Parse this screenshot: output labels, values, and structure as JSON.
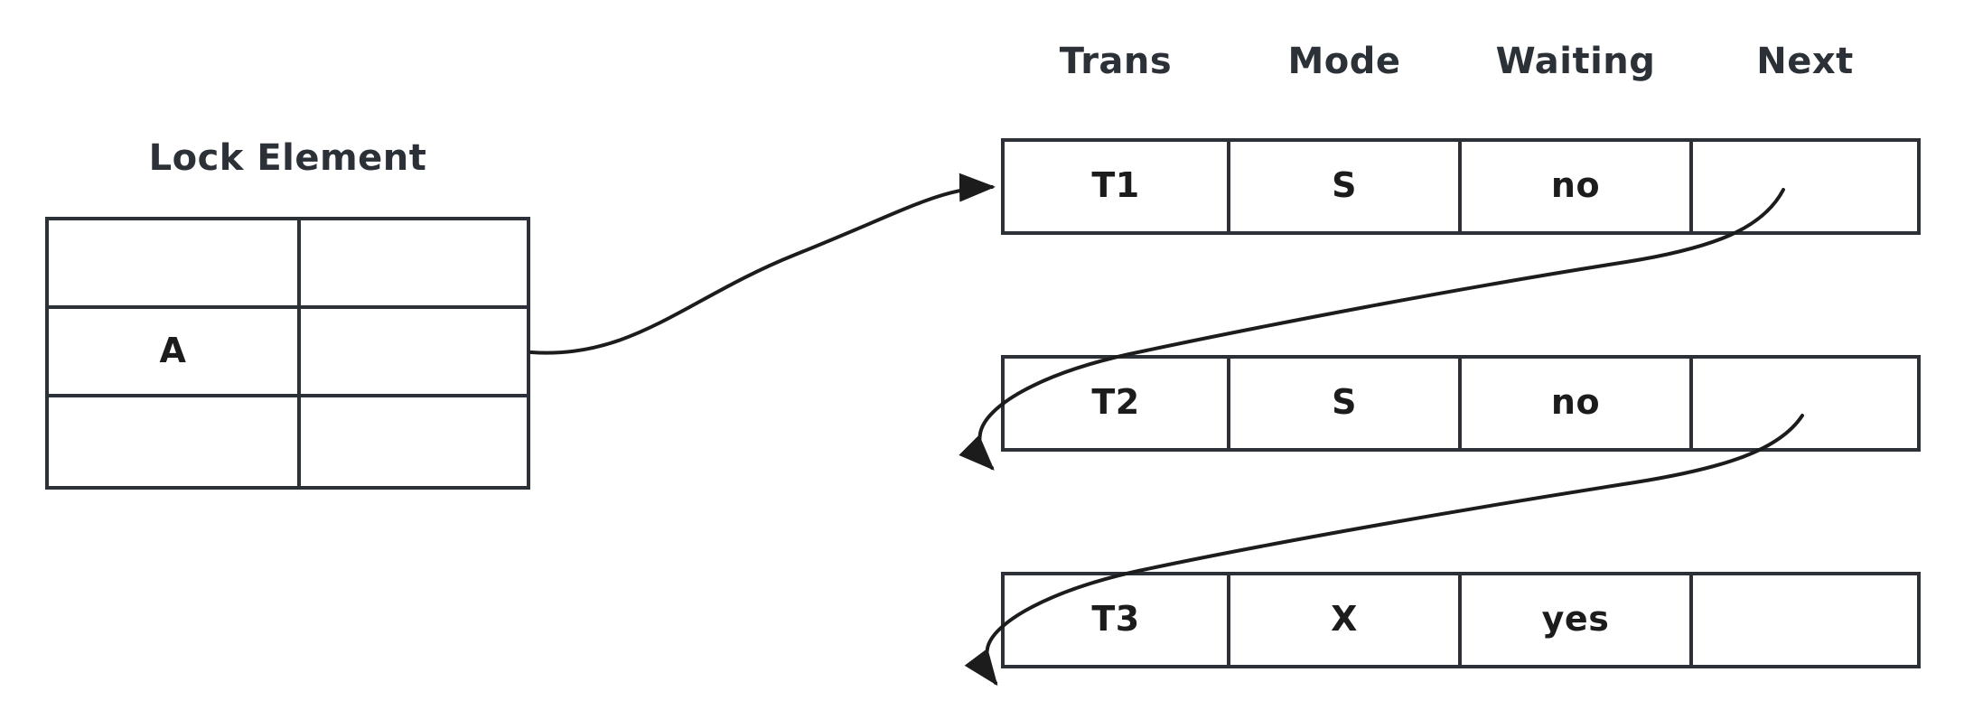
{
  "diagram": {
    "title": "Lock Element",
    "background_color": "#ffffff",
    "stroke_color": "#2b3137",
    "text_color": "#1c1c1c"
  },
  "lock_element": {
    "label": "Lock Element",
    "rows": [
      {
        "left": "",
        "right": ""
      },
      {
        "left": "A",
        "right": ""
      },
      {
        "left": "",
        "right": ""
      }
    ]
  },
  "lock_request_list": {
    "headers": [
      "Trans",
      "Mode",
      "Waiting",
      "Next"
    ],
    "nodes": [
      {
        "trans": "T1",
        "mode": "S",
        "waiting": "no",
        "next": ""
      },
      {
        "trans": "T2",
        "mode": "S",
        "waiting": "no",
        "next": ""
      },
      {
        "trans": "T3",
        "mode": "X",
        "waiting": "yes",
        "next": ""
      }
    ]
  },
  "connections": [
    {
      "from": "lock-element-A-row",
      "to": "node-T1"
    },
    {
      "from": "node-T1-next",
      "to": "node-T2"
    },
    {
      "from": "node-T2-next",
      "to": "node-T3"
    }
  ]
}
